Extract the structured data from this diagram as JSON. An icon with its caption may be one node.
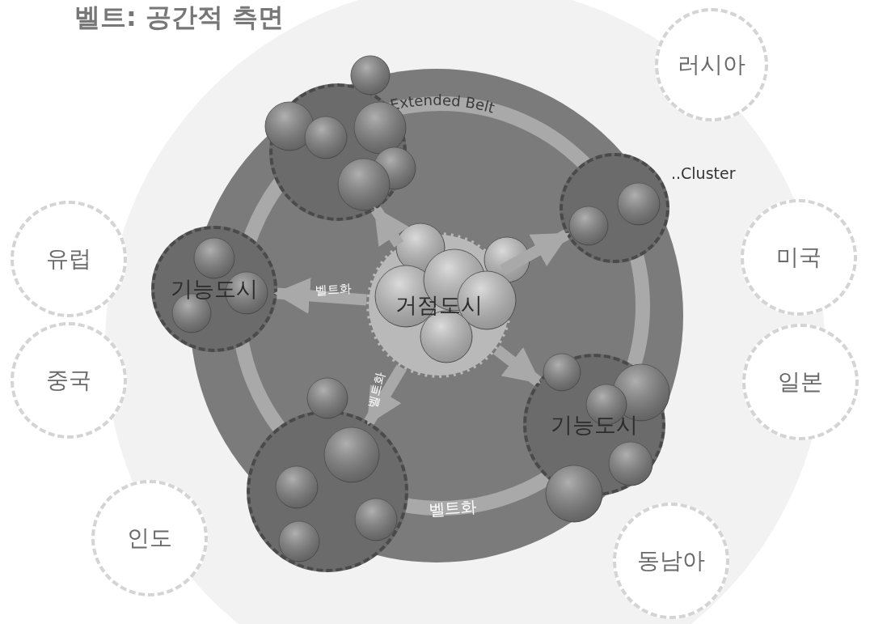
{
  "diagram": {
    "title": "벨트: 공간적 측면",
    "nodes": [
      {
        "text": [
          "거점도시"
        ]
      },
      {
        "text": [],
        "shape": "circle"
      },
      {
        "text": [],
        "shape": "circle",
        "beside": [
          "..Cluster"
        ]
      },
      {
        "text": [
          "기능도시"
        ]
      },
      {
        "text": [],
        "shape": "circle"
      },
      {
        "text": [
          "기능도시"
        ]
      },
      {
        "text": [
          "러시아"
        ]
      },
      {
        "text": [
          "유럽"
        ]
      },
      {
        "text": [
          "미국"
        ]
      },
      {
        "text": [
          "중국"
        ]
      },
      {
        "text": [
          "일본"
        ]
      },
      {
        "text": [
          "인도"
        ]
      },
      {
        "text": [
          "동남아"
        ]
      }
    ],
    "edges": [
      {
        "from": 0,
        "to": 1,
        "arrow": "to"
      },
      {
        "from": 0,
        "to": 2,
        "arrow": "to"
      },
      {
        "from": 0,
        "to": 3,
        "arrow": "to",
        "label": "벨트화"
      },
      {
        "from": 0,
        "to": 4,
        "arrow": "to",
        "label": "벨트화"
      },
      {
        "from": 0,
        "to": 5,
        "arrow": "to"
      }
    ],
    "labels": [
      "Extended Belt",
      "벨트화"
    ]
  }
}
